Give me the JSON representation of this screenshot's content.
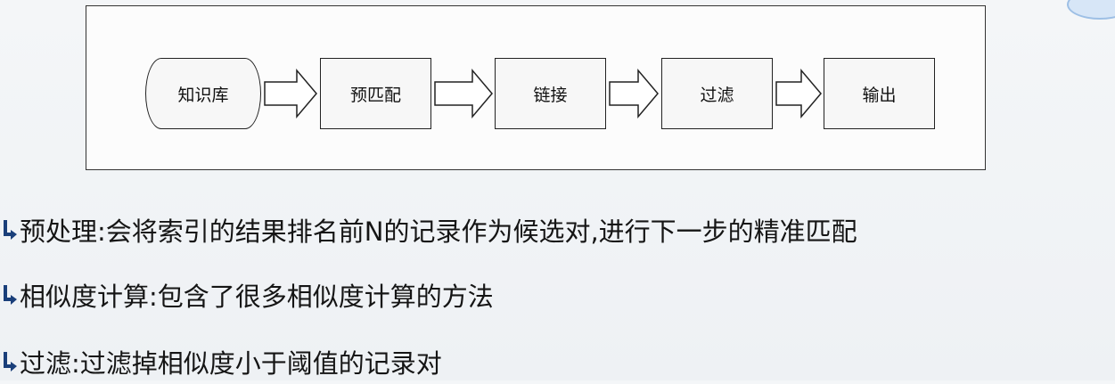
{
  "diagram": {
    "nodes": [
      "知识库",
      "预匹配",
      "链接",
      "过滤",
      "输出"
    ]
  },
  "bullets": [
    "预处理:会将索引的结果排名前N的记录作为候选对,进行下一步的精准匹配",
    "相似度计算:包含了很多相似度计算的方法",
    "过滤:过滤掉相似度小于阈值的记录对"
  ]
}
